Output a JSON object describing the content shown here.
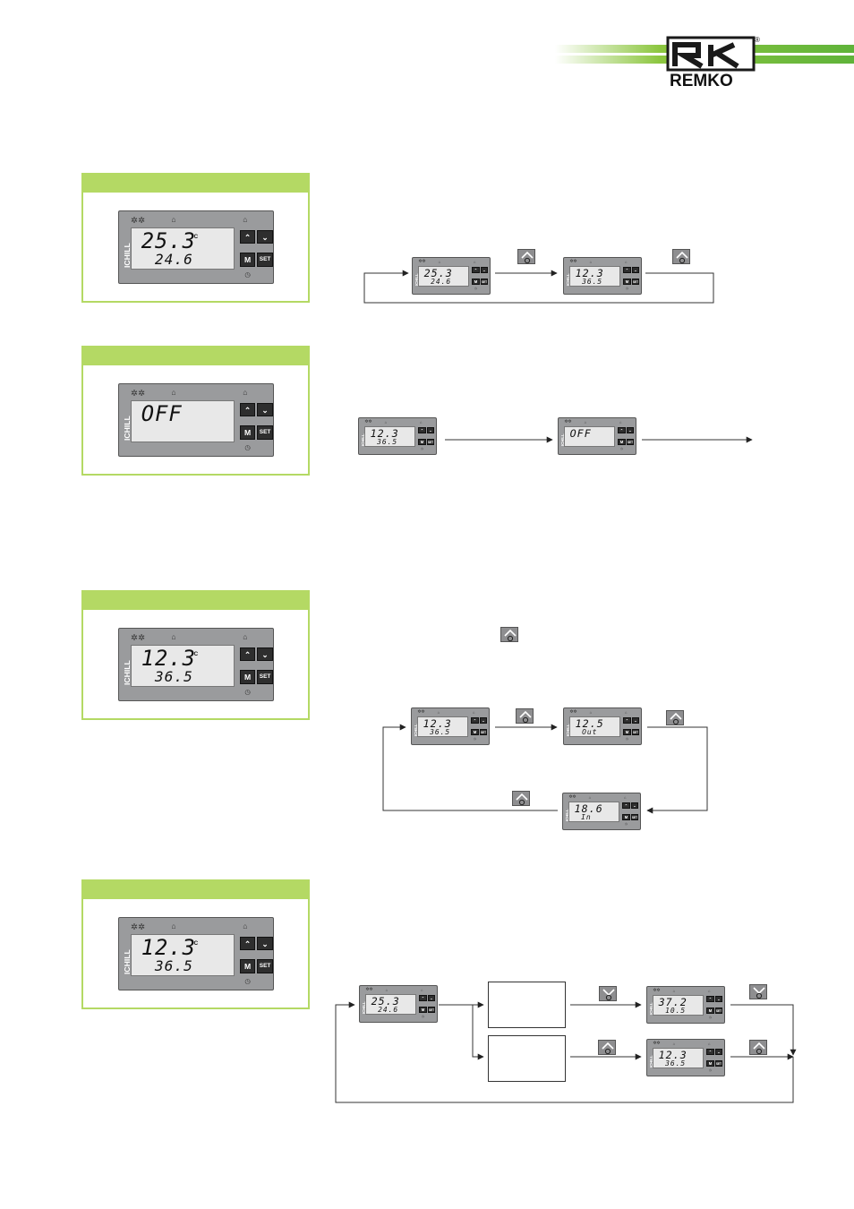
{
  "brand": {
    "logo_text": "REMKO",
    "registered": "®"
  },
  "controller": {
    "brand": "ICHILL",
    "m_key": "M",
    "set_key": "SET",
    "unit": "°C"
  },
  "panels": [
    {
      "top": "25.3",
      "bottom": "24.6",
      "unit": "°C"
    },
    {
      "top": "OFF",
      "bottom": "",
      "unit": ""
    },
    {
      "top": "12.3",
      "bottom": "36.5",
      "unit": "°C"
    },
    {
      "top": "12.3",
      "bottom": "36.5",
      "unit": "°C"
    }
  ],
  "flows": {
    "row1": [
      {
        "top": "25.3",
        "bottom": "24.6"
      },
      {
        "top": "12.3",
        "bottom": "36.5"
      }
    ],
    "row2": [
      {
        "top": "12.3",
        "bottom": "36.5"
      },
      {
        "top": "OFF",
        "bottom": ""
      }
    ],
    "row3": [
      {
        "top": "12.3",
        "bottom": "36.5"
      },
      {
        "top": "12.5",
        "bottom": "Out"
      },
      {
        "top": "18.6",
        "bottom": "In"
      }
    ],
    "row4": [
      {
        "top": "25.3",
        "bottom": "24.6"
      },
      {
        "top": "37.2",
        "bottom": "10.5"
      },
      {
        "top": "12.3",
        "bottom": "36.5"
      }
    ]
  },
  "colors": {
    "accent_green": "#b4d964",
    "controller_grey": "#9a9b9d",
    "lcd": "#e8e8e8"
  }
}
